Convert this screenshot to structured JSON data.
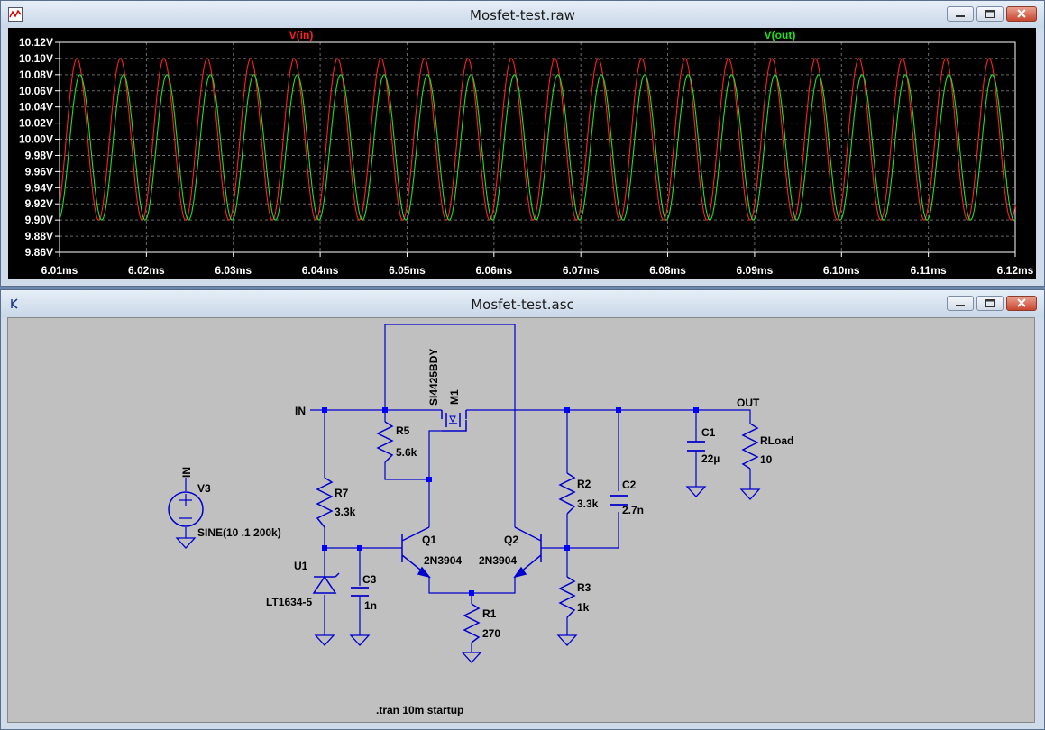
{
  "waveform_window": {
    "title": "Mosfet-test.raw",
    "controls": [
      "minimize",
      "restore",
      "close"
    ]
  },
  "schematic_window": {
    "title": "Mosfet-test.asc",
    "controls": [
      "minimize",
      "restore",
      "close"
    ]
  },
  "chart_data": {
    "type": "line",
    "title": "",
    "xlabel": "",
    "ylabel": "",
    "background": "#000000",
    "grid": true,
    "x_unit": "ms",
    "xlim": [
      6.01,
      6.12
    ],
    "ylim": [
      9.86,
      10.12
    ],
    "x_ticks": [
      "6.01ms",
      "6.02ms",
      "6.03ms",
      "6.04ms",
      "6.05ms",
      "6.06ms",
      "6.07ms",
      "6.08ms",
      "6.09ms",
      "6.10ms",
      "6.11ms",
      "6.12ms"
    ],
    "y_ticks": [
      "9.86V",
      "9.88V",
      "9.90V",
      "9.92V",
      "9.94V",
      "9.96V",
      "9.98V",
      "10.00V",
      "10.02V",
      "10.04V",
      "10.06V",
      "10.08V",
      "10.10V",
      "10.12V"
    ],
    "legend_position": "top",
    "series": [
      {
        "name": "V(in)",
        "color": "#ff2020",
        "waveform": "sine",
        "offset": 10.0,
        "amplitude": 0.1,
        "frequency_khz": 200
      },
      {
        "name": "V(out)",
        "color": "#20e020",
        "waveform": "sine",
        "offset": 9.99,
        "amplitude": 0.09,
        "frequency_khz": 200
      }
    ]
  },
  "schematic": {
    "net_in": "IN",
    "net_out": "OUT",
    "v3": {
      "name": "V3",
      "value": "SINE(10 .1 200k)",
      "net": "IN"
    },
    "m1": {
      "name": "M1",
      "model": "SI4425BDY"
    },
    "r5": {
      "name": "R5",
      "value": "5.6k"
    },
    "r7": {
      "name": "R7",
      "value": "3.3k"
    },
    "r2": {
      "name": "R2",
      "value": "3.3k"
    },
    "r3": {
      "name": "R3",
      "value": "1k"
    },
    "r1": {
      "name": "R1",
      "value": "270"
    },
    "rload": {
      "name": "RLoad",
      "value": "10"
    },
    "c1": {
      "name": "C1",
      "value": "22µ"
    },
    "c2": {
      "name": "C2",
      "value": "2.7n"
    },
    "c3": {
      "name": "C3",
      "value": "1n"
    },
    "q1": {
      "name": "Q1",
      "model": "2N3904"
    },
    "q2": {
      "name": "Q2",
      "model": "2N3904"
    },
    "u1": {
      "name": "U1",
      "model": "LT1634-5"
    },
    "directive": ".tran 10m startup",
    "wire_color": "#0000cc",
    "node_color": "#0000ff"
  }
}
